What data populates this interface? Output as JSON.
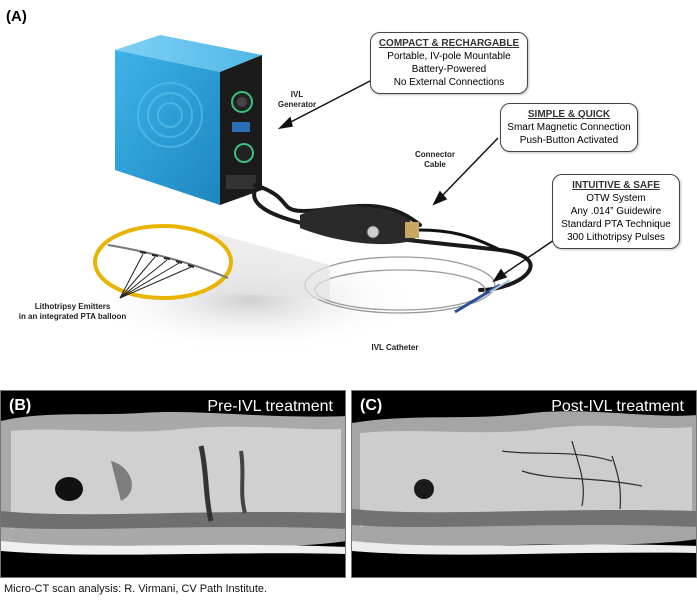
{
  "panel_a": {
    "letter": "(A)",
    "labels": {
      "generator": "IVL\nGenerator",
      "connector": "Connector\nCable",
      "catheter": "IVL Catheter",
      "emitters": "Lithotripsy Emitters\nin an integrated PTA balloon"
    },
    "callouts": [
      {
        "heading": "COMPACT & RECHARGABLE",
        "lines": [
          "Portable, IV-pole Mountable",
          "Battery-Powered",
          "No External Connections"
        ]
      },
      {
        "heading": "SIMPLE & QUICK",
        "lines": [
          "Smart Magnetic Connection",
          "Push-Button Activated"
        ]
      },
      {
        "heading": "INTUITIVE & SAFE",
        "lines": [
          "OTW System",
          "Any .014” Guidewire",
          "Standard PTA Technique",
          "300 Lithotripsy Pulses"
        ]
      }
    ],
    "colors": {
      "generator": "#2a9fd6",
      "balloon_ring": "#e8b400"
    }
  },
  "panel_b": {
    "letter": "(B)",
    "title": "Pre-IVL treatment"
  },
  "panel_c": {
    "letter": "(C)",
    "title": "Post-IVL treatment"
  },
  "credit": "Micro-CT scan analysis: R. Virmani, CV Path Institute."
}
